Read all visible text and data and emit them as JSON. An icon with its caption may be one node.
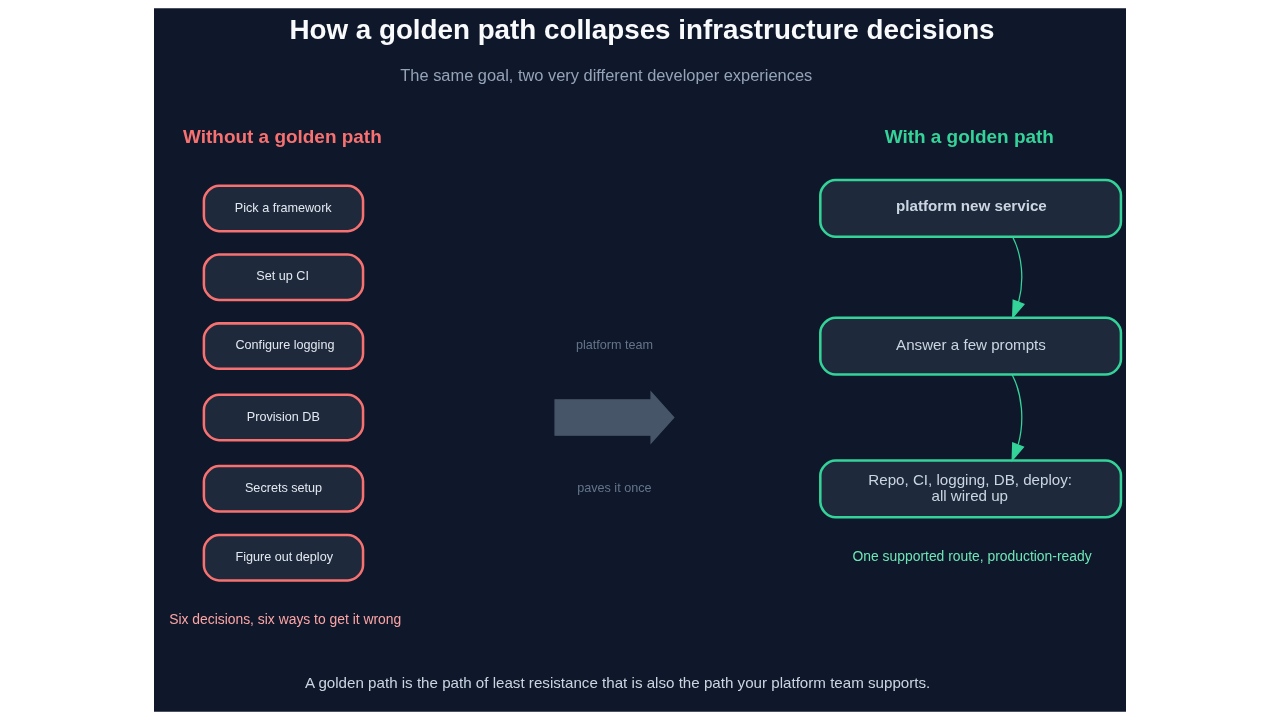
{
  "diagram": {
    "title": "How a golden path collapses infrastructure decisions",
    "nodes": [
      {
        "text": [
          "Pick a framework"
        ]
      },
      {
        "text": [
          "Set up CI"
        ]
      },
      {
        "text": [
          "Configure logging"
        ]
      },
      {
        "text": [
          "Provision DB"
        ]
      },
      {
        "text": [
          "Secrets setup"
        ]
      },
      {
        "text": [
          "Figure out deploy"
        ]
      },
      {
        "text": [],
        "shape": "arrow",
        "beside": [
          "platform team",
          "paves it once"
        ]
      },
      {
        "text": [
          "platform new service"
        ]
      },
      {
        "text": [
          "Answer a few prompts"
        ]
      },
      {
        "text": [
          "Repo, CI, logging, DB, deploy: all wired up"
        ]
      }
    ],
    "edges": [
      {
        "from": 7,
        "to": 8,
        "arrow": "to"
      },
      {
        "from": 8,
        "to": 9,
        "arrow": "to"
      }
    ],
    "labels": [
      "The same goal, two very different developer experiences",
      "Without a golden path",
      "With a golden path",
      "Six decisions, six ways to get it wrong",
      "One supported route, production-ready",
      "A golden path is the path of least resistance that is also the path your platform team supports."
    ]
  }
}
